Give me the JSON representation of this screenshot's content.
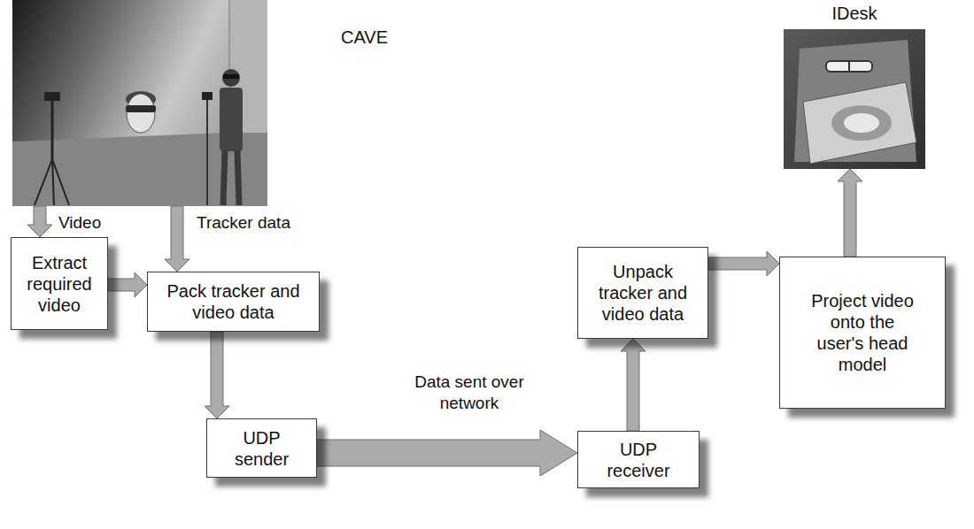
{
  "diagram": {
    "nodes": [
      {
        "text": [
          "CAVE"
        ]
      },
      {
        "text": [
          "IDesk"
        ]
      },
      {
        "text": [
          "Extract required video"
        ]
      },
      {
        "text": [
          "Pack tracker and video data"
        ]
      },
      {
        "text": [
          "Unpack tracker and video data"
        ]
      },
      {
        "text": [
          "Project video onto the user's head model"
        ]
      },
      {
        "text": [
          "UDP sender"
        ]
      },
      {
        "text": [
          "UDP receiver"
        ]
      }
    ],
    "edges": [
      {
        "from": 0,
        "to": 2,
        "label": "Video",
        "arrow": "to"
      },
      {
        "from": 0,
        "to": 3,
        "label": "Tracker data",
        "arrow": "to"
      },
      {
        "from": 2,
        "to": 3,
        "arrow": "to"
      },
      {
        "from": 3,
        "to": 6,
        "arrow": "to"
      },
      {
        "from": 6,
        "to": 7,
        "label": "Data sent over network",
        "arrow": "to"
      },
      {
        "from": 7,
        "to": 4,
        "arrow": "to"
      },
      {
        "from": 4,
        "to": 5,
        "arrow": "to"
      },
      {
        "from": 5,
        "to": 1,
        "arrow": "to"
      }
    ]
  }
}
